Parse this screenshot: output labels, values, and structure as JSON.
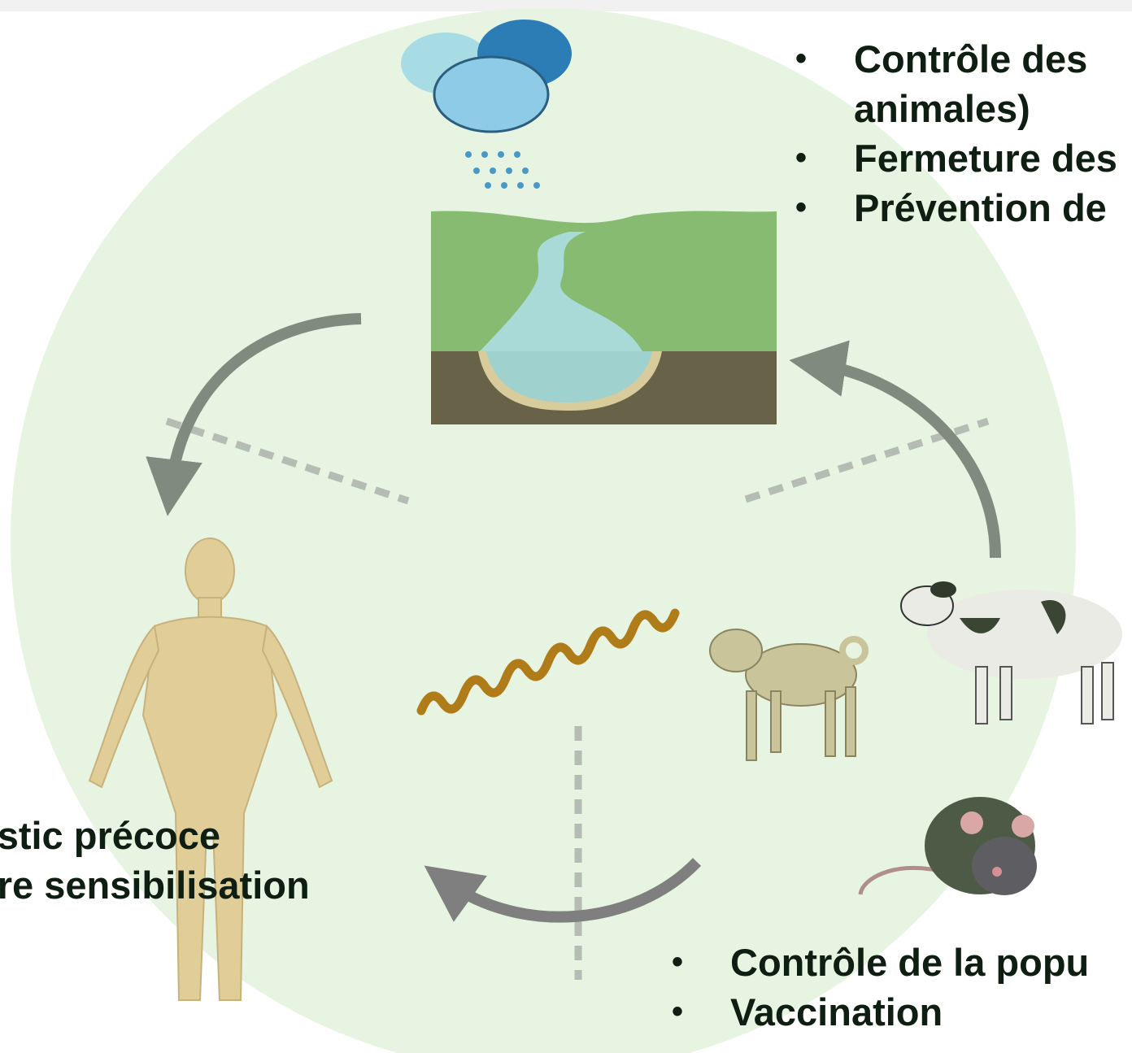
{
  "environment_measures": [
    {
      "bullet": "•",
      "text": "Contrôle des",
      "continuation": "animales)"
    },
    {
      "bullet": "•",
      "text": "Fermeture des"
    },
    {
      "bullet": "•",
      "text": "Prévention de"
    }
  ],
  "human_measures": [
    {
      "text": "ostic précoce"
    },
    {
      "text": "ure sensibilisation"
    }
  ],
  "animal_measures": [
    {
      "bullet": "•",
      "text": "Contrôle de la popu"
    },
    {
      "bullet": "•",
      "text": "Vaccination"
    }
  ],
  "colors": {
    "circle": "#e7f4e1",
    "arrow": "#808a7e",
    "bottom_arrow": "#7f7f7f",
    "dash": "#b5bcb3",
    "text": "#0f1e12",
    "grass": "#88bb72",
    "water": "#a9dad7",
    "soil": "#676248",
    "bacterium": "#b07c1a"
  }
}
